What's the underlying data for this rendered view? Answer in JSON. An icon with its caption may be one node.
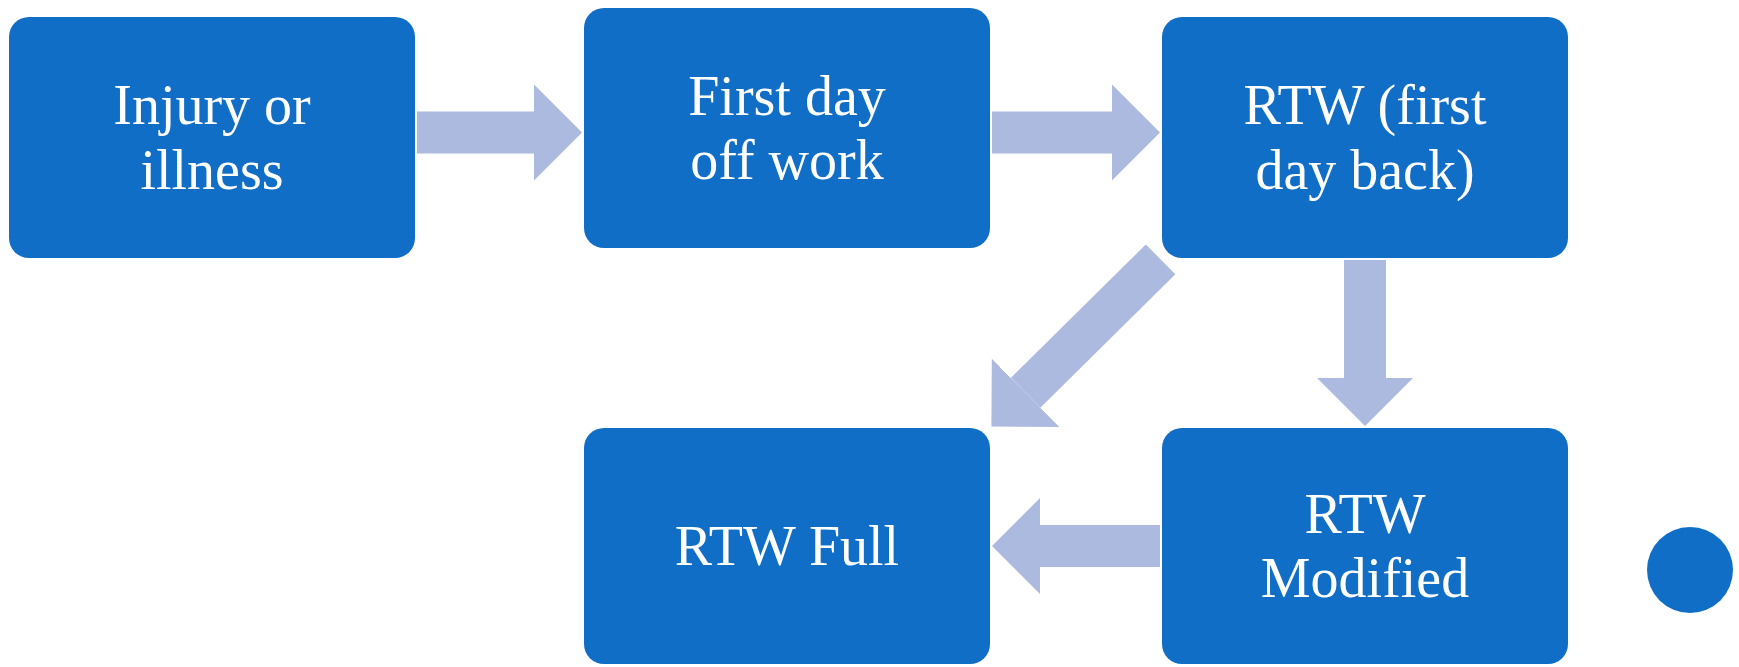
{
  "diagram": {
    "nodes": [
      {
        "text": [
          "Injury or illness"
        ]
      },
      {
        "text": [
          "First day off work"
        ]
      },
      {
        "text": [
          "RTW (first day back)"
        ]
      },
      {
        "text": [
          "RTW Full"
        ]
      },
      {
        "text": [
          "RTW Modified"
        ]
      },
      {
        "text": [],
        "shape": "circle"
      }
    ],
    "edges": [
      {
        "from": 0,
        "to": 1,
        "arrow": "to"
      },
      {
        "from": 1,
        "to": 2,
        "arrow": "to"
      },
      {
        "from": 2,
        "to": 4,
        "arrow": "to"
      },
      {
        "from": 4,
        "to": 3,
        "arrow": "to"
      },
      {
        "from": 2,
        "to": 3,
        "arrow": "to"
      }
    ]
  }
}
